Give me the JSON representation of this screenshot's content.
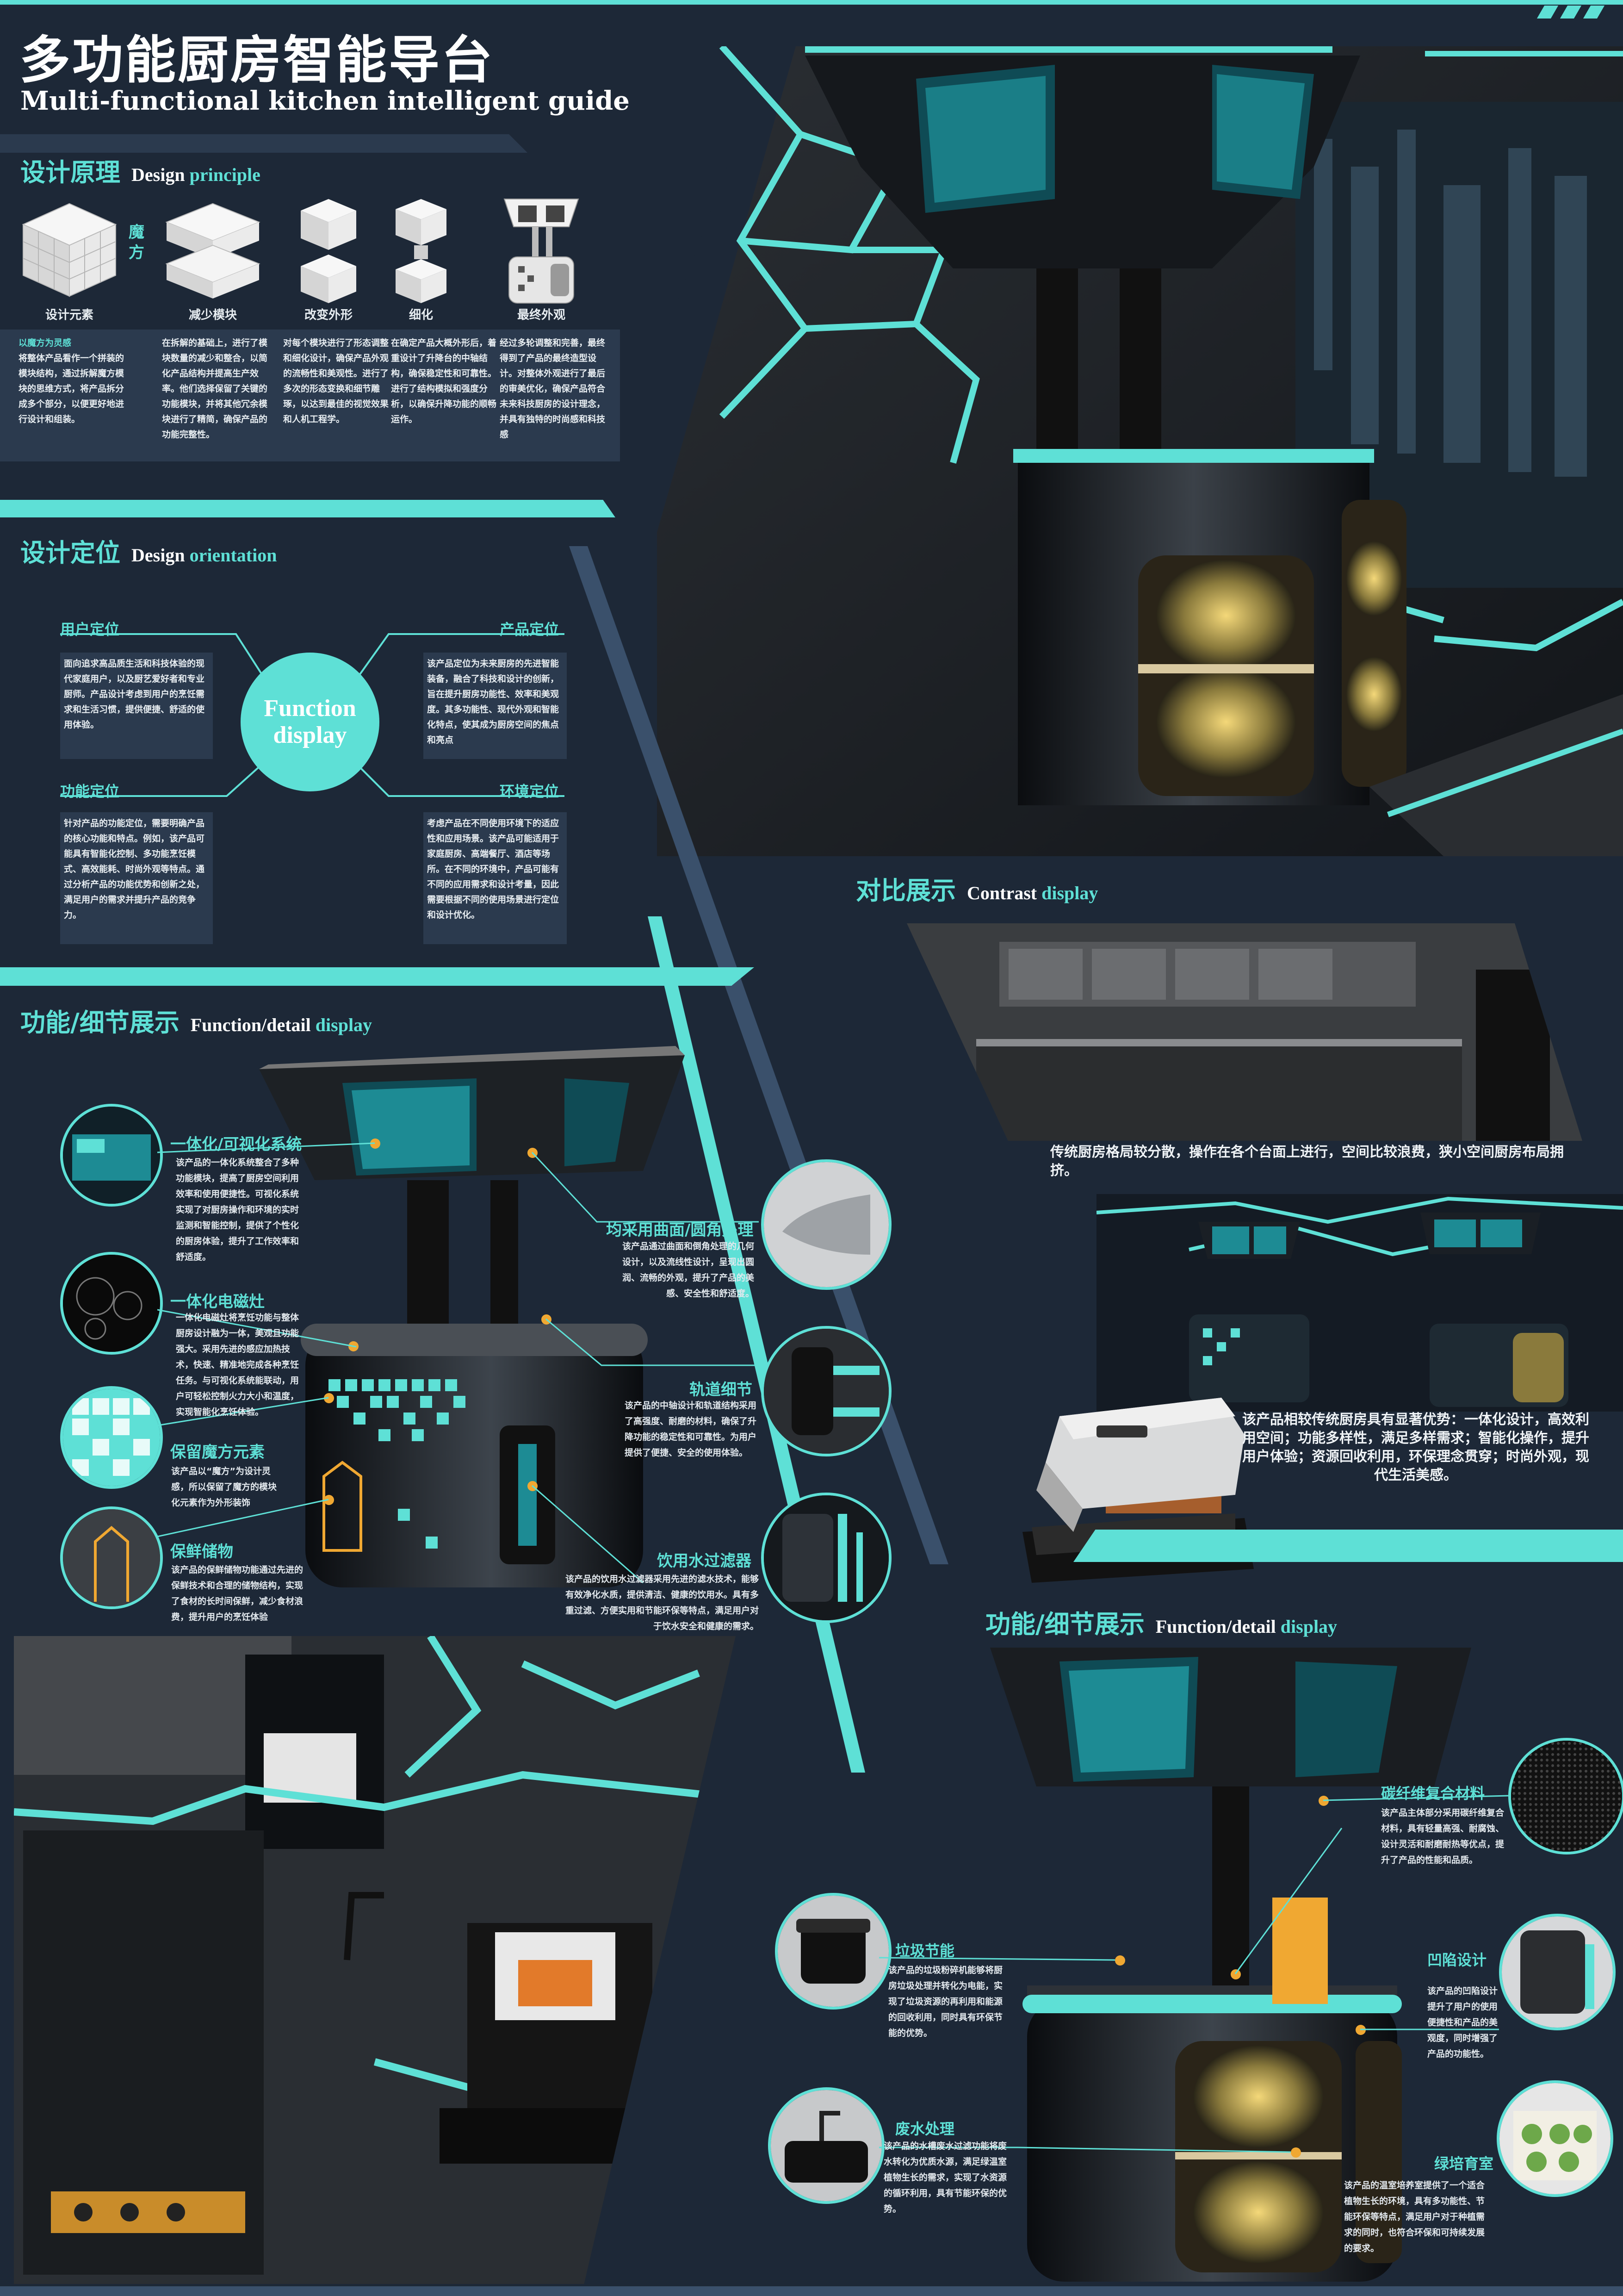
{
  "title": {
    "cn": "多功能厨房智能导台",
    "en": "Multi-functional kitchen intelligent guide"
  },
  "principle": {
    "cn": "设计原理",
    "en_a": "Design",
    "en_b": "principle",
    "magic_cube": "魔\n方",
    "steps": [
      {
        "label": "设计元素",
        "text_hl": "以魔方为灵感",
        "text": "将整体产品看作一个拼装的模块结构，通过拆解魔方模块的思维方式，将产品拆分成多个部分，以便更好地进行设计和组装。"
      },
      {
        "label": "减少模块",
        "text": "在拆解的基础上，进行了模块数量的减少和整合，以简化产品结构并提高生产效率。他们选择保留了关键的功能模块，并将其他冗余模块进行了精简，确保产品的功能完整性。"
      },
      {
        "label": "改变外形",
        "text": "对每个模块进行了形态调整和细化设计，确保产品外观的流畅性和美观性。进行了多次的形态变换和细节雕琢，以达到最佳的视觉效果和人机工程学。"
      },
      {
        "label": "细化",
        "text": "在确定产品大概外形后，着重设计了升降台的中轴结构，确保稳定性和可靠性。进行了结构模拟和强度分析，以确保升降功能的顺畅运作。"
      },
      {
        "label": "最终外观",
        "text": "经过多轮调整和完善，最终得到了产品的最终造型设计。对整体外观进行了最后的审美优化，确保产品符合未来科技厨房的设计理念，并具有独特的时尚感和科技感"
      }
    ]
  },
  "orientation": {
    "cn": "设计定位",
    "en_a": "Design",
    "en_b": "orientation",
    "center": "Function\ndisplay",
    "user": {
      "title": "用户定位",
      "text": "面向追求高品质生活和科技体验的现代家庭用户，以及厨艺爱好者和专业厨师。产品设计考虑到用户的烹饪需求和生活习惯，提供便捷、舒适的使用体验。"
    },
    "product": {
      "title": "产品定位",
      "text": "该产品定位为未来厨房的先进智能装备，融合了科技和设计的创新，旨在提升厨房功能性、效率和美观度。其多功能性、现代外观和智能化特点，使其成为厨房空间的焦点和亮点"
    },
    "function": {
      "title": "功能定位",
      "text": "针对产品的功能定位，需要明确产品的核心功能和特点。例如，该产品可能具有智能化控制、多功能烹饪模式、高效能耗、时尚外观等特点。通过分析产品的功能优势和创新之处，满足用户的需求并提升产品的竞争力。"
    },
    "environment": {
      "title": "环境定位",
      "text": "考虑产品在不同使用环境下的适应性和应用场景。该产品可能适用于家庭厨房、高端餐厅、酒店等场所。在不同的环境中，产品可能有不同的应用需求和设计考量，因此需要根据不同的使用场景进行定位和设计优化。"
    }
  },
  "function_detail": {
    "cn": "功能/细节展示",
    "en_a": "Function/detail",
    "en_b": "display",
    "items": [
      {
        "title": "一体化/可视化系统",
        "text": "该产品的一体化系统整合了多种功能模块，提高了厨房空间利用效率和使用便捷性。可视化系统实现了对厨房操作和环境的实时监测和智能控制，提供了个性化的厨房体验，提升了工作效率和舒适度。"
      },
      {
        "title": "一体化电磁灶",
        "text": "一体化电磁灶将烹饪功能与整体厨房设计融为一体，美观且功能强大。采用先进的感应加热技术，快速、精准地完成各种烹饪任务。与可视化系统能联动，用户可轻松控制火力大小和温度，实现智能化烹饪体验。"
      },
      {
        "title": "保留魔方元素",
        "text": "该产品以“魔方”为设计灵感，所以保留了魔方的模块化元素作为外形装饰"
      },
      {
        "title": "保鲜储物",
        "text": "该产品的保鲜储物功能通过先进的保鲜技术和合理的储物结构，实现了食材的长时间保鲜，减少食材浪费，提升用户的烹饪体验"
      },
      {
        "title": "均采用曲面/圆角处理",
        "text": "该产品通过曲面和倒角处理的几何设计，以及流线性设计，呈现出圆润、流畅的外观，提升了产品的美感、安全性和舒适度。"
      },
      {
        "title": "轨道细节",
        "text": "该产品的中轴设计和轨道结构采用了高强度、耐磨的材料，确保了升降功能的稳定性和可靠性。为用户提供了便捷、安全的使用体验。"
      },
      {
        "title": "饮用水过滤器",
        "text": "该产品的饮用水过滤器采用先进的滤水技术，能够有效净化水质，提供清洁、健康的饮用水。具有多重过滤、方便实用和节能环保等特点，满足用户对于饮水安全和健康的需求。"
      }
    ]
  },
  "contrast": {
    "cn": "对比展示",
    "en_a": "Contrast",
    "en_b": "display",
    "caption1": "传统厨房格局较分散，操作在各个台面上进行，空间比较浪费，狭小空间厨房布局拥挤。",
    "caption2": "该产品相较传统厨房具有显著优势：一体化设计，高效利用空间；功能多样性，满足多样需求；智能化操作，提升用户体验；资源回收利用，环保理念贯穿；时尚外观，现代生活美感。"
  },
  "function_detail2": {
    "cn": "功能/细节展示",
    "en_a": "Function/detail",
    "en_b": "display",
    "items": [
      {
        "title": "碳纤维复合材料",
        "text": "该产品主体部分采用碳纤维复合材料，具有轻量高强、耐腐蚀、设计灵活和耐磨耐热等优点，提升了产品的性能和品质。"
      },
      {
        "title": "垃圾节能",
        "text": "该产品的垃圾粉碎机能够将厨房垃圾处理并转化为电能，实现了垃圾资源的再利用和能源的回收利用，同时具有环保节能的优势。"
      },
      {
        "title": "凹陷设计",
        "text": "该产品的凹陷设计提升了用户的使用便捷性和产品的美观度，同时增强了产品的功能性。"
      },
      {
        "title": "废水处理",
        "text": "该产品的水槽废水过滤功能将废水转化为优质水源，满足绿温室植物生长的需求，实现了水资源的循环利用，具有节能环保的优势。"
      },
      {
        "title": "绿培育室",
        "text": "该产品的温室培养室提供了一个适合植物生长的环境，具有多功能性、节能环保等特点，满足用户对于种植需求的同时，也符合环保和可持续发展的要求。"
      }
    ]
  },
  "colors": {
    "accent": "#5ee0d6",
    "background": "#1d2837",
    "panel": "#2b3a4e",
    "highlight": "#f0a832"
  },
  "icons": [
    "magic-cube-icon",
    "induction-cooker-icon",
    "water-filter-icon",
    "trash-bin-icon",
    "sink-icon",
    "greenhouse-icon"
  ]
}
